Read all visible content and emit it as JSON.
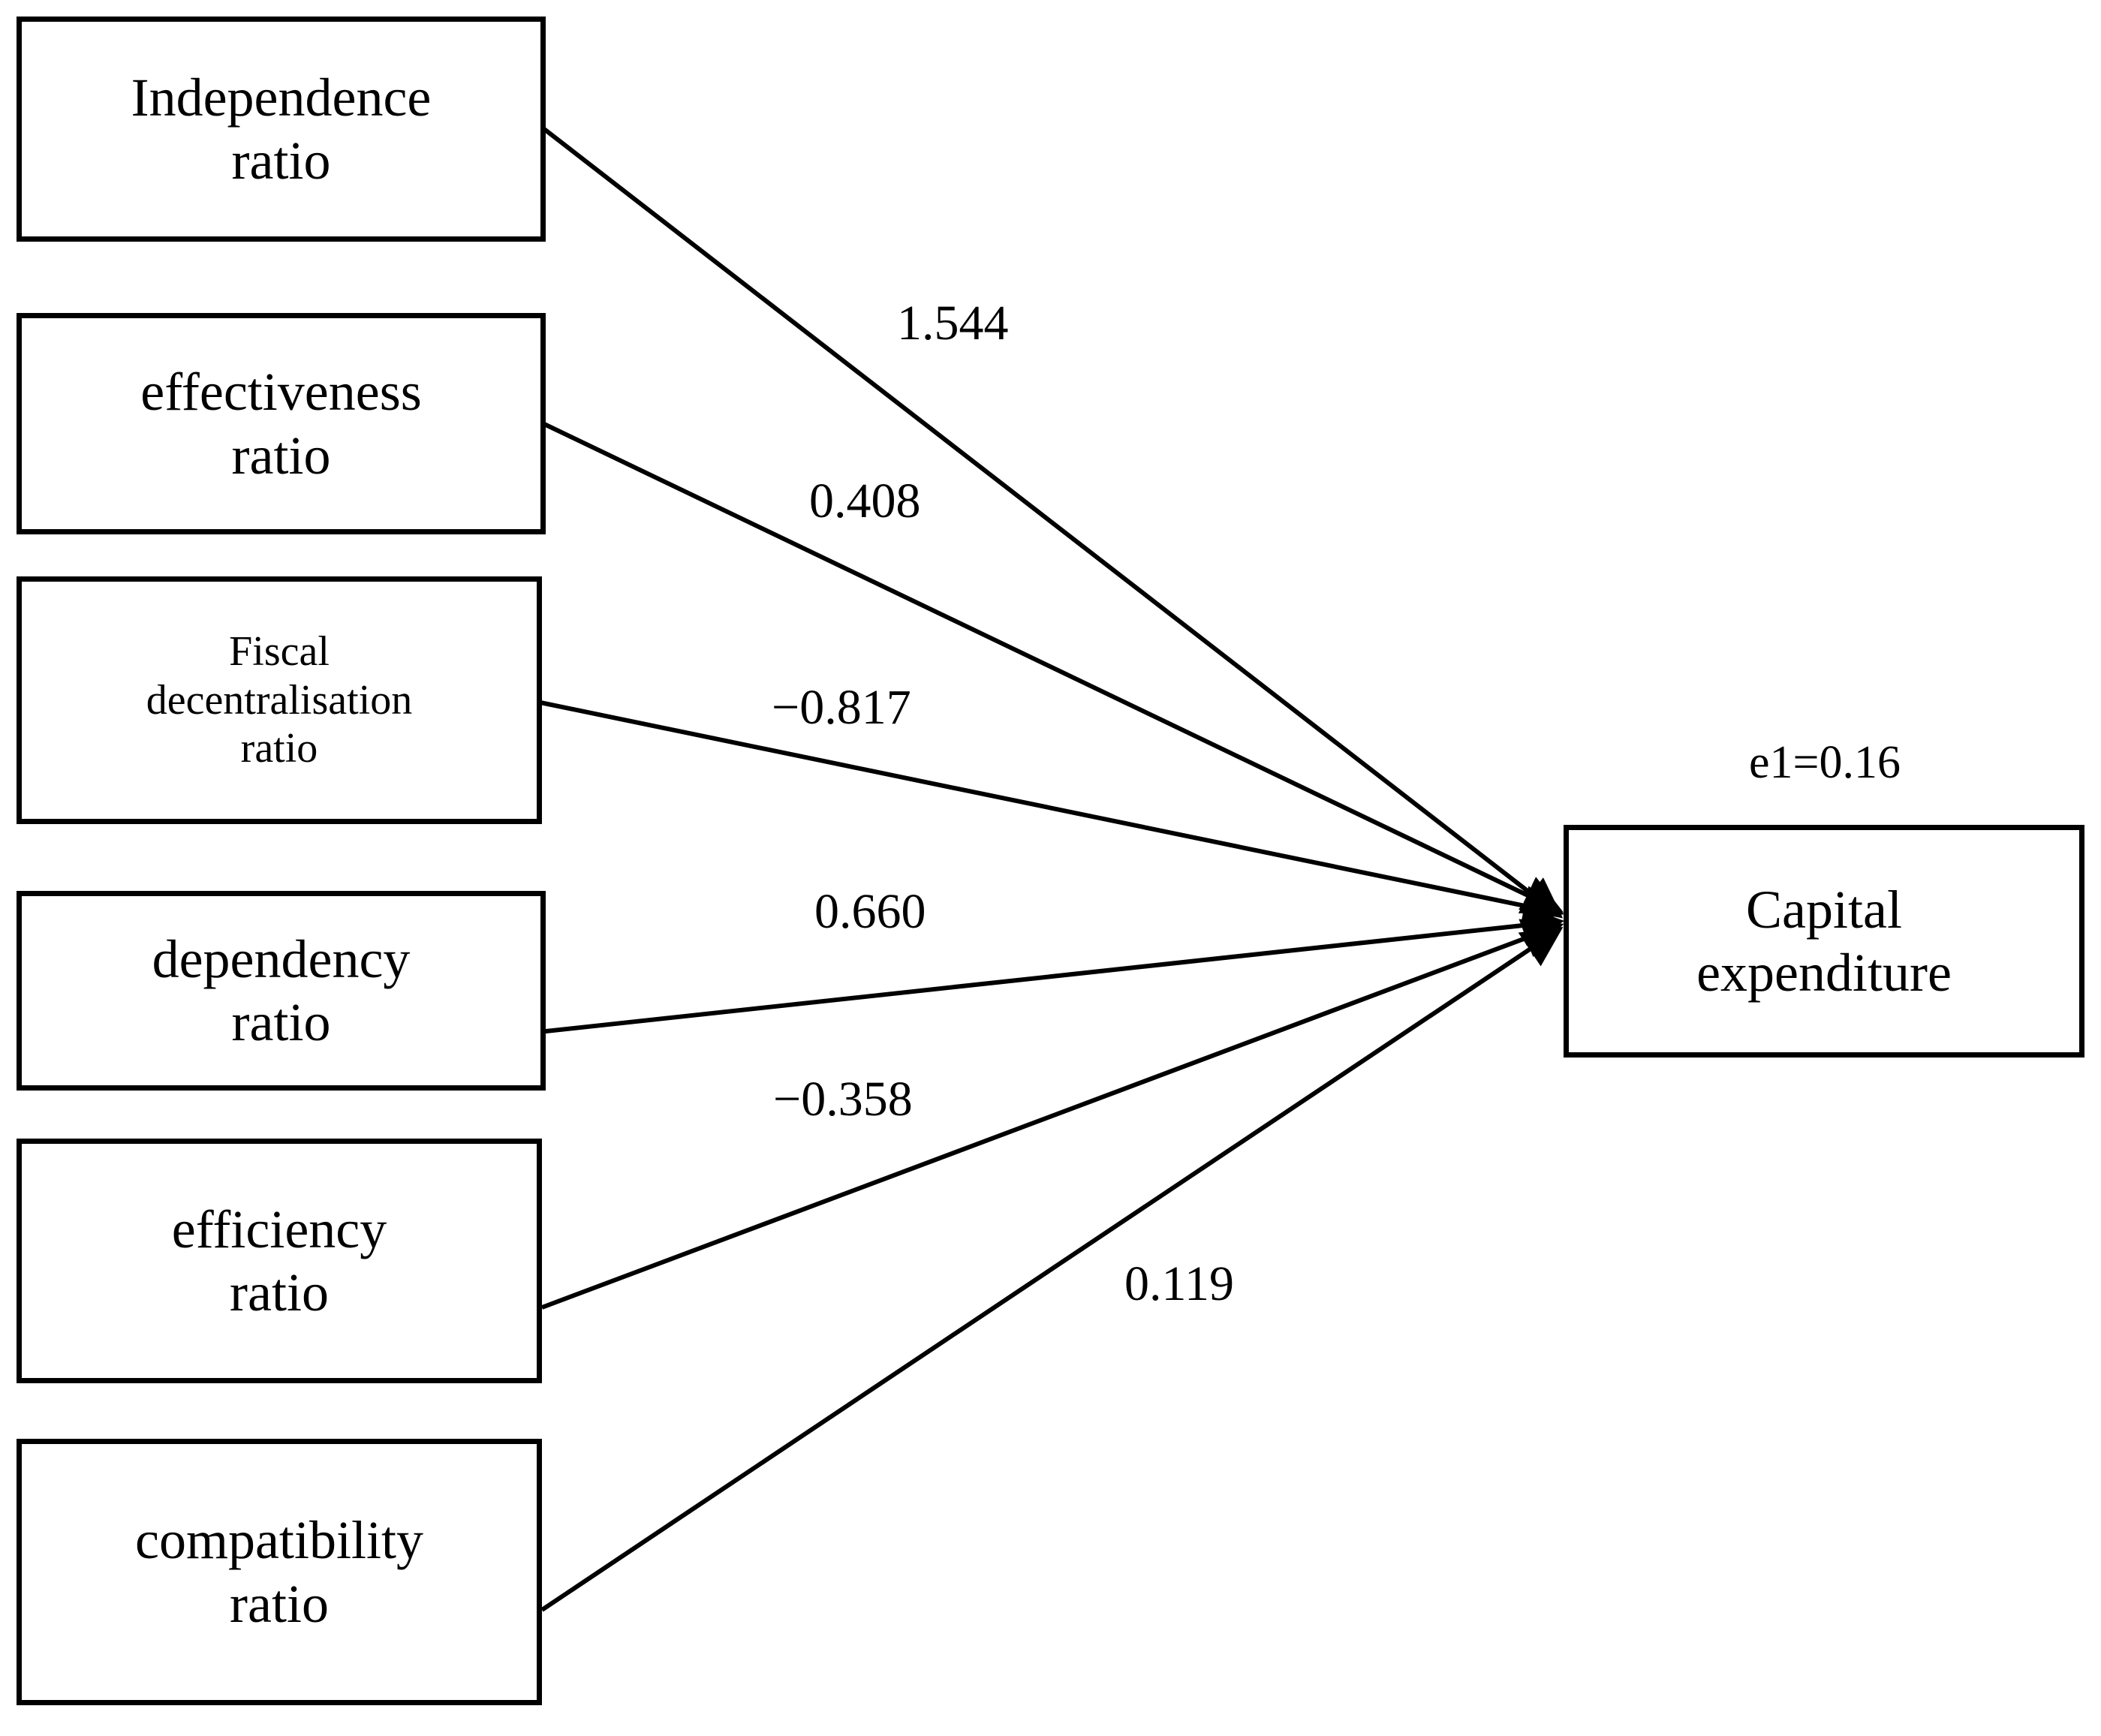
{
  "diagram": {
    "type": "path-diagram",
    "title": "",
    "background_color": "#ffffff",
    "line_color": "#000000",
    "box_border_color": "#000000",
    "box_fill_color": "#ffffff"
  },
  "predictors": [
    {
      "id": "independence",
      "label": "Independence\nratio",
      "lines": 2,
      "size": "normal"
    },
    {
      "id": "effectiveness",
      "label": "effectiveness\nratio",
      "lines": 2,
      "size": "normal"
    },
    {
      "id": "fiscal",
      "label": "Fiscal\ndecentralisation\nratio",
      "lines": 3,
      "size": "small"
    },
    {
      "id": "dependency",
      "label": "dependency\nratio",
      "lines": 2,
      "size": "normal"
    },
    {
      "id": "efficiency",
      "label": "efficiency\nratio",
      "lines": 2,
      "size": "normal"
    },
    {
      "id": "compatibility",
      "label": "compatibility\nratio",
      "lines": 2,
      "size": "normal"
    }
  ],
  "outcome": {
    "id": "capital-expenditure",
    "label": "Capital\nexpenditure"
  },
  "error_term": {
    "label": "e1=0.16",
    "name": "e1",
    "value": "0.16"
  },
  "paths": [
    {
      "from": "independence",
      "to": "capital-expenditure",
      "coefficient": "1.544",
      "value": 1.544,
      "sign": "positive"
    },
    {
      "from": "effectiveness",
      "to": "capital-expenditure",
      "coefficient": "0.408",
      "value": 0.408,
      "sign": "positive"
    },
    {
      "from": "fiscal",
      "to": "capital-expenditure",
      "coefficient": "−0.817",
      "value": -0.817,
      "sign": "negative"
    },
    {
      "from": "dependency",
      "to": "capital-expenditure",
      "coefficient": "0.660",
      "value": 0.66,
      "sign": "positive"
    },
    {
      "from": "efficiency",
      "to": "capital-expenditure",
      "coefficient": "−0.358",
      "value": -0.358,
      "sign": "negative"
    },
    {
      "from": "compatibility",
      "to": "capital-expenditure",
      "coefficient": "0.119",
      "value": 0.119,
      "sign": "positive"
    }
  ],
  "chart_data": {
    "type": "diagram",
    "title": "",
    "categories": [
      "Independence ratio",
      "effectiveness ratio",
      "Fiscal decentralisation ratio",
      "dependency ratio",
      "efficiency ratio",
      "compatibility ratio"
    ],
    "values": [
      1.544,
      0.408,
      -0.817,
      0.66,
      -0.358,
      0.119
    ],
    "target": "Capital expenditure",
    "residual": 0.16,
    "residual_label": "e1=0.16",
    "xlabel": "",
    "ylabel": ""
  }
}
